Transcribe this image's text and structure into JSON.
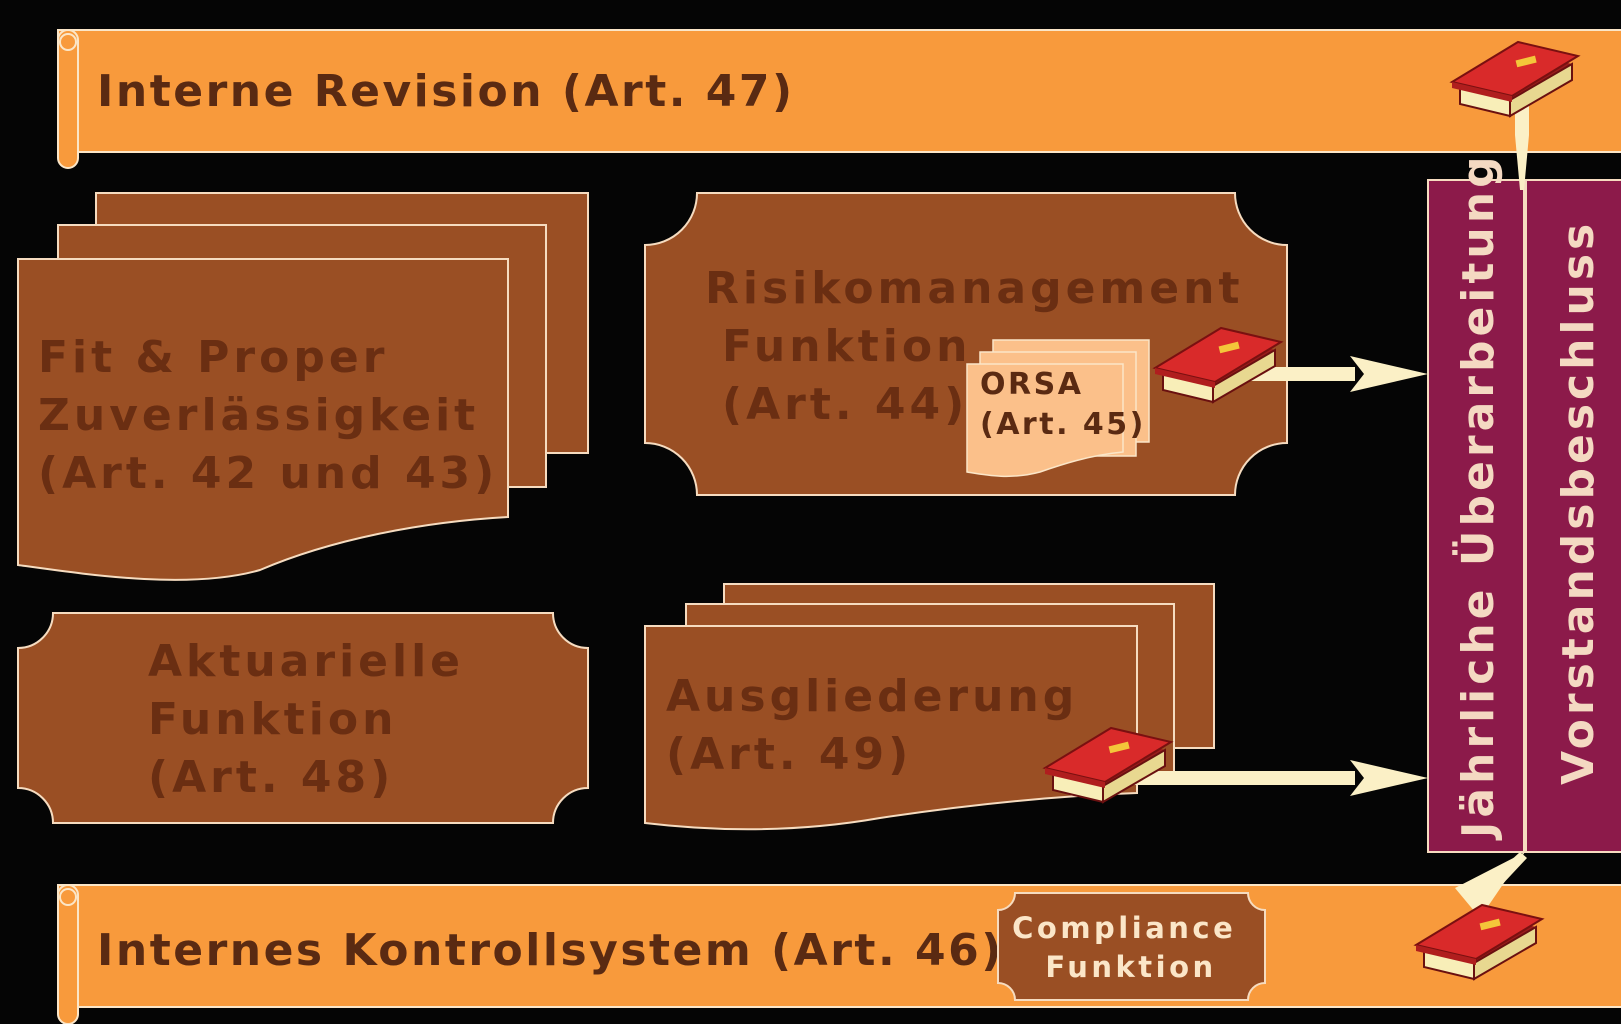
{
  "interne_revision": {
    "label": "Interne Revision (Art. 47)"
  },
  "fit_proper": {
    "lines": [
      "Fit & Proper",
      "Zuverlässigkeit",
      "(Art. 42 und 43)"
    ]
  },
  "risikomanagement": {
    "lines": [
      "Risikomanagement",
      "Funktion",
      "(Art. 44)"
    ]
  },
  "orsa": {
    "lines": [
      "ORSA",
      "(Art. 45)"
    ]
  },
  "aktuarielle": {
    "lines": [
      "Aktuarielle",
      "Funktion",
      "(Art. 48)"
    ]
  },
  "ausgliederung": {
    "lines": [
      "Ausgliederung",
      "(Art. 49)"
    ]
  },
  "ics": {
    "label": "Internes Kontrollsystem (Art. 46)"
  },
  "compliance": {
    "lines": [
      "Compliance",
      "Funktion"
    ]
  },
  "annual_review": {
    "label": "Jährliche Überarbeitung"
  },
  "board_decision": {
    "label": "Vorstandsbeschluss"
  },
  "colors": {
    "background": "#050505",
    "scroll_orange": "#f89a3c",
    "box_brown": "#9a4f24",
    "box_outline": "#f6dcc0",
    "orsa_fill": "#fbc08a",
    "vertical_purple": "#8c1a4a",
    "arrow_fill": "#fbf0c6",
    "book_red": "#d92a2a",
    "book_pages": "#f8eeb8"
  }
}
